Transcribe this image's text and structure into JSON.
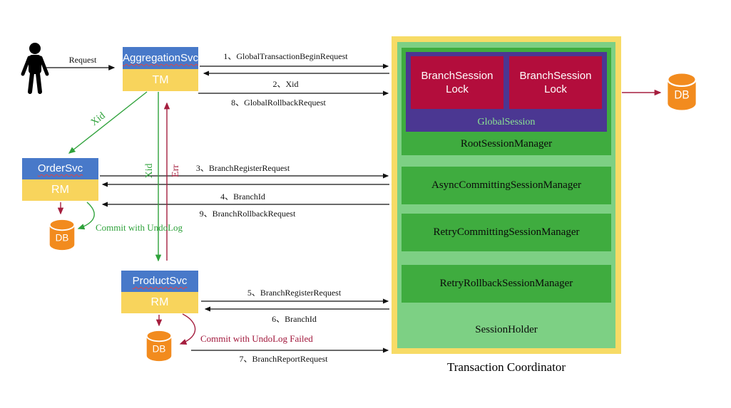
{
  "actor": {
    "request_label": "Request"
  },
  "services": {
    "aggregation": {
      "title": "AggregationSvc",
      "role": "TM"
    },
    "order": {
      "title": "OrderSvc",
      "role": "RM"
    },
    "product": {
      "title": "ProductSvc",
      "role": "RM"
    }
  },
  "databases": {
    "order": "DB",
    "product": "DB",
    "coordinator": "DB"
  },
  "messages": {
    "m1": "1、GlobalTransactionBeginRequest",
    "m2": "2、Xid",
    "m8": "8、GlobalRollbackRequest",
    "m3": "3、BranchRegisterRequest",
    "m4": "4、BranchId",
    "m9": "9、BranchRollbackRequest",
    "m5": "5、BranchRegisterRequest",
    "m6": "6、BranchId",
    "m7": "7、BranchReportRequest"
  },
  "annotations": {
    "xid_diagonal": "Xid",
    "xid_vertical": "Xid",
    "err_vertical": "Err",
    "commit_undolog": "Commit with UndoLog",
    "commit_undolog_failed": "Commit with UndoLog Failed"
  },
  "coordinator": {
    "caption": "Transaction Coordinator",
    "branch_locks": [
      "BranchSession Lock",
      "BranchSession Lock"
    ],
    "global_session": "GlobalSession",
    "root_session_manager": "RootSessionManager",
    "managers": [
      "AsyncCommittingSessionManager",
      "RetryCommittingSessionManager",
      "RetryRollbackSessionManager"
    ],
    "session_holder": "SessionHolder"
  },
  "colors": {
    "service_blue": "#4879C9",
    "tm_rm_yellow": "#F8D45C",
    "coordinator_border_yellow": "#F7DB66",
    "light_green": "#7DD084",
    "dark_green": "#3FAC3F",
    "global_session_purple": "#4B3792",
    "branch_lock_crimson": "#B30D3C",
    "db_orange": "#F28B1E",
    "arrow_green": "#2FA23B",
    "arrow_red": "#A51E3E",
    "line_black": "#111111"
  }
}
